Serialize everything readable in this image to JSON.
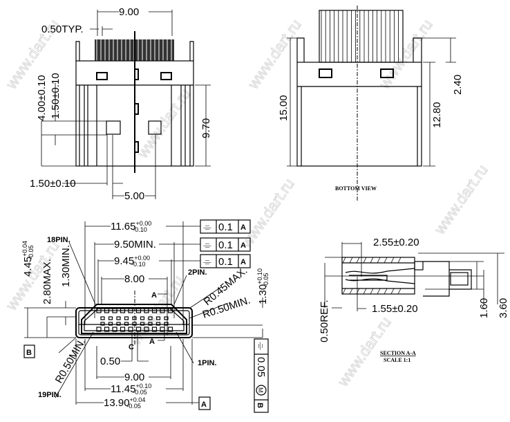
{
  "watermark": "www.dart.ru",
  "top_view": {
    "width_dim": "9.00",
    "pitch_dim": "0.50TYP.",
    "dim_4": "4.00±0.10",
    "dim_150_v": "1.50±0.10",
    "dim_970": "9.70",
    "dim_150_h": "1.50±0.10",
    "dim_500": "5.00"
  },
  "bottom_view": {
    "dim_15": "15.00",
    "dim_1280": "12.80",
    "dim_240": "2.40",
    "label": "BOTTOM VIEW"
  },
  "front_view": {
    "dim_1165": {
      "nom": "11.65",
      "up": "+0.00",
      "lo": "-0.10"
    },
    "dim_950": "9.50MIN.",
    "dim_945": {
      "nom": "9.45",
      "up": "+0.00",
      "lo": "-0.10"
    },
    "dim_800": "8.00",
    "dim_445": {
      "nom": "4.45",
      "up": "+0.04",
      "lo": "-0.05"
    },
    "dim_280": "2.80MAX.",
    "dim_130min": "1.30MIN.",
    "dim_130": {
      "nom": "1.30",
      "up": "+0.10",
      "lo": "-0.05"
    },
    "r045": "R0.45MAX.",
    "r050_right": "R0.50MIN.",
    "r050_left": "R0.50MIN.",
    "pin18": "18PIN.",
    "pin2": "2PIN.",
    "pin1": "1PIN.",
    "pin19": "19PIN.",
    "dim_050": "0.50",
    "dim_900": "9.00",
    "dim_1145": {
      "nom": "11.45",
      "up": "+0.10",
      "lo": "-0.05"
    },
    "dim_1390": {
      "nom": "13.90",
      "up": "+0.04",
      "lo": "-0.05"
    },
    "datum_a": "A",
    "datum_b": "B",
    "section_mark": "A",
    "centerline": "C",
    "gdt": [
      {
        "symbol": "⌯",
        "tol": "0.1",
        "datum": "A"
      },
      {
        "symbol": "⌯",
        "tol": "0.1",
        "datum": "A"
      },
      {
        "symbol": "⌯",
        "tol": "0.1",
        "datum": "A"
      }
    ],
    "gdt_vertical": {
      "symbol": "⌯",
      "tol": "0.05",
      "mod": "M",
      "datum": "B"
    }
  },
  "section": {
    "dim_255": "2.55±0.20",
    "dim_155": "1.55±0.20",
    "dim_050ref": "0.50REF.",
    "dim_160": "1.60",
    "dim_360": "3.60",
    "title": "SECTION A-A",
    "scale": "SCALE 1:1"
  }
}
